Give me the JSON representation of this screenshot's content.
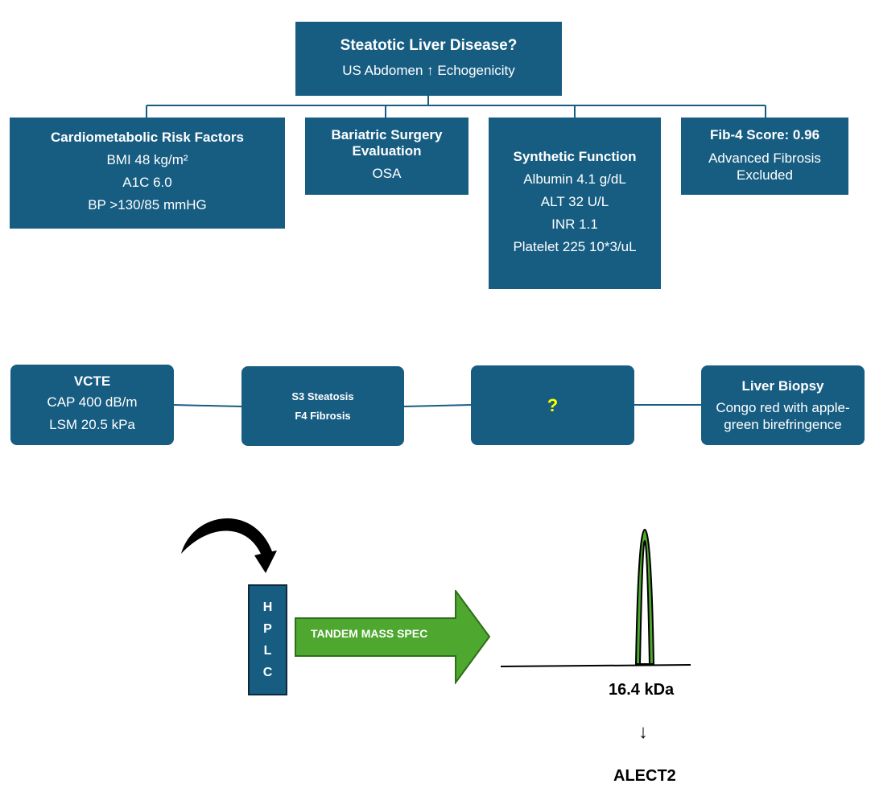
{
  "top": {
    "title": "Steatotic Liver Disease?",
    "subtitle": "US Abdomen ↑ Echogenicity"
  },
  "row1": {
    "cardio": {
      "title": "Cardiometabolic Risk Factors",
      "bmi": "BMI 48 kg/m²",
      "a1c": "A1C 6.0",
      "bp": "BP >130/85 mmHG"
    },
    "bariatric": {
      "title": "Bariatric Surgery Evaluation",
      "line": "OSA"
    },
    "synthetic": {
      "title": "Synthetic Function",
      "albumin": "Albumin 4.1 g/dL",
      "alt": "ALT 32 U/L",
      "inr": "INR 1.1",
      "platelet": "Platelet 225 10*3/uL"
    },
    "fib4": {
      "title": "Fib-4 Score: 0.96",
      "line": "Advanced Fibrosis Excluded"
    }
  },
  "row2": {
    "vcte": {
      "title": "VCTE",
      "cap": "CAP 400 dB/m",
      "lsm": "LSM 20.5 kPa"
    },
    "staging": {
      "steatosis": "S3 Steatosis",
      "fibrosis": "F4 Fibrosis"
    },
    "unknown": "?",
    "biopsy": {
      "title": "Liver Biopsy",
      "line": "Congo red with apple-green birefringence"
    }
  },
  "bottom": {
    "hplc_letters": [
      "H",
      "P",
      "L",
      "C"
    ],
    "arrow_label": "TANDEM MASS SPEC",
    "mass_label": "16.4 kDa",
    "down_arrow": "↓",
    "result": "ALECT2"
  },
  "colors": {
    "box": "#175d82",
    "arrow_green": "#4ea72e",
    "question": "#ffff00"
  }
}
